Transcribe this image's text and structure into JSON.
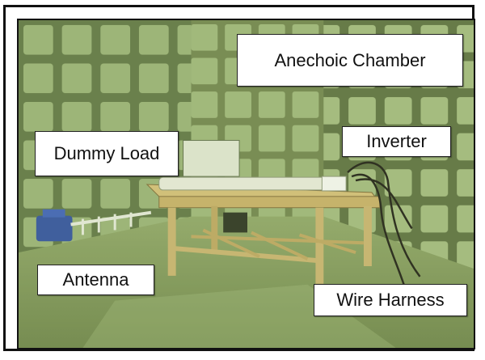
{
  "figure": {
    "labels": {
      "anechoic_chamber": "Anechoic Chamber",
      "dummy_load": "Dummy Load",
      "inverter": "Inverter",
      "antenna": "Antenna",
      "wire_harness": "Wire Harness"
    }
  },
  "colors": {
    "absorber_panel": "#8fa86a",
    "panel_grid": "#1f2a17",
    "floor": "#7f9659",
    "table_wood": "#c8b26b",
    "label_bg": "#ffffff"
  }
}
